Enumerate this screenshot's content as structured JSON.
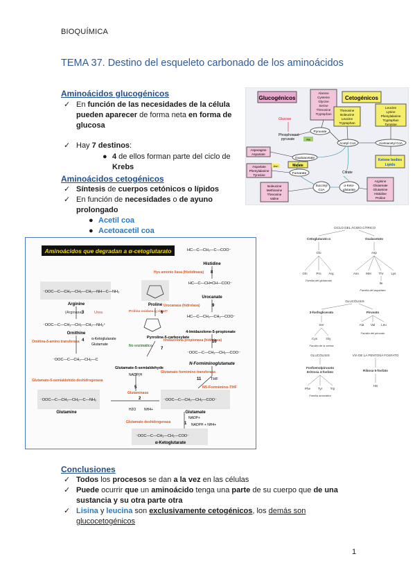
{
  "header": "BIOQUÍMICA",
  "title": "TEMA 37. Destino del esqueleto carbonado de los aminoácidos",
  "gluco": {
    "heading": "Aminoácidos glucogénicos",
    "b1_a": "En ",
    "b1_b": "función de las necesidades de la célula pueden aparecer",
    "b1_c": " de forma neta ",
    "b1_d": "en forma de glucosa",
    "b2_a": "Hay ",
    "b2_b": "7 destinos",
    "b2_c": ":",
    "sub_a": "4",
    "sub_b": " de ellos forman parte del ciclo de ",
    "sub_c": "Krebs"
  },
  "keto": {
    "heading": "Aminoácidos cetogénicos",
    "b1_a": "Síntesis",
    "b1_b": " de ",
    "b1_c": "cuerpos cetónicos o lípidos",
    "b2_a": "En función de ",
    "b2_b": "necesidades",
    "b2_c": " o ",
    "b2_d": "de ayuno prolongado",
    "items": [
      "Acetil coa",
      "Acetoacetil coa"
    ]
  },
  "diagram1": {
    "gluco_label": "Glucogénicos",
    "keto_label": "Cetogénicos",
    "box_aa1": [
      "Alanine",
      "Cysteine",
      "Glycine",
      "Serine",
      "Threonine",
      "Tryptophan"
    ],
    "box_aa2": [
      "Threonine",
      "Isoleucine",
      "Leucine",
      "Tryptophan"
    ],
    "box_aa3": [
      "Leucine",
      "Lysine",
      "Phenylalanine",
      "Tryptophan",
      "Tyrosine"
    ],
    "box_asn": [
      "Asparagine",
      "Aspartate"
    ],
    "box_asp": [
      "Aspartate",
      "Phenylalanine",
      "Tyrosine"
    ],
    "box_ile": [
      "Isoleucine",
      "Methionine",
      "Threonine",
      "Valine"
    ],
    "box_arg": [
      "Arginine",
      "Glutamate",
      "Glutamine",
      "Histidine",
      "Proline"
    ],
    "ketone": [
      "Ketone bodies",
      "Lipids"
    ],
    "nodes": {
      "glucose": "Glucose",
      "pep": "Phosphoenol-",
      "pep2": "pyruvate",
      "pyruvate": "Pyruvate",
      "acetyl": "Acetyl CoA",
      "acetoacetyl": "Acetoacetyl CoA",
      "oxaloacetate": "Oxaloacetate",
      "malate": "Malate",
      "fumarate": "Fumarate",
      "citrate": "Citrate",
      "succinyl": "Succinyl",
      "coa": "CoA",
      "akg": "α-Keto-",
      "akg2": "glutarate",
      "asn_tag": "Asn",
      "ala_tag": "Ala"
    }
  },
  "diagram2": {
    "title": "Aminoácidos que degradan a α-cetoglutarato",
    "arginine": "Arginine",
    "arginase": "(Arginasa)",
    "urea": "Urea",
    "ornithine": "Ornithine",
    "oat": "Ornitina-δ-amino transferasa",
    "akg_in": "α-Ketoglutarate",
    "glu_out": "Glutamate",
    "gsa": "Glutamate-5-semialdehyde",
    "gsa_dh": "Glutamato-5-semialdehído deshidrogenasa",
    "proline": "Proline",
    "prol_ox": "Prolina oxidasa (¿citrat?",
    "p5c": "Pyrroline-5-carboxylate",
    "no_enz": "No enzimático",
    "histidine": "Histidine",
    "his_enz": "Hys amonio liasa (Histidinasa)",
    "urocanate": "Urocanate",
    "uroc_enz": "Urocanasa (hidrolasa)",
    "imid": "4-Imidazolone-5-propionate",
    "imid_enz": "Imidazolona propionasa (hidrolasa)",
    "figlu": "N-Formiminoglutamate",
    "ftf": "Glutamato formimino transferasa",
    "thf": "THF",
    "n5": "N5-Formimino-THF",
    "glutamine": "Glutamine",
    "glutaminase": "Glutaminasa",
    "glutamate": "Glutamate",
    "gdh": "Glutamato deshidrogenasa",
    "akg_final": "α-Ketoglutarate",
    "nadp": "NADP+",
    "nadph": "NADPH + NH4+",
    "h2o": "H2O",
    "nh4": "NH4+",
    "nadph2": "NADP(H",
    "steps": [
      "3",
      "4",
      "5",
      "6",
      "7",
      "8",
      "9",
      "10",
      "11",
      "2",
      "1"
    ]
  },
  "diagram3": {
    "title": "CICLO DEL ÁCIDO CÍTRICO",
    "akg": "Cetoglutarato α",
    "oaa": "Oxalacetato",
    "glu": "Glu",
    "asp": "Asp",
    "glu_kids": [
      "Gln",
      "Pro",
      "Arg"
    ],
    "asp_kids": [
      "Asn",
      "Met",
      "Thr",
      "Lys"
    ],
    "ile": "Ile",
    "fam_glu": "Familia del glutamato",
    "fam_asp": "Familia del aspartato",
    "glyc": "GLUCÓLISIS",
    "pg3": "3-fosfoglicerato",
    "pyr": "Piruvato",
    "ser": "Ser",
    "ser_kids": [
      "Cys",
      "Gly"
    ],
    "pyr_kids": [
      "Ala",
      "Val",
      "Leu"
    ],
    "fam_ser": "Familia de la serina",
    "fam_pyr": "Familia del piruvato",
    "glyc2": "GLUCÓLISIS",
    "pp": "VÍA DE LA PENTOSA FOSFATO",
    "pep": "Fosfoenolpiruvato",
    "e4p": "Eritrosa 4-fosfato",
    "r5p": "Ribosa 5-fosfato",
    "arom": [
      "Phe",
      "Tyr",
      "Trp"
    ],
    "his": "His",
    "fam_arom": "Familia aromática"
  },
  "conclusions": {
    "heading": "Conclusiones",
    "c1_a": "Todos",
    "c1_b": " los ",
    "c1_c": "procesos",
    "c1_d": " se dan ",
    "c1_e": "a la vez",
    "c1_f": " en las células",
    "c2_a": "Puede",
    "c2_b": " ocurrir ",
    "c2_c": "que",
    "c2_d": " un ",
    "c2_e": "aminoácido",
    "c2_f": " tenga una ",
    "c2_g": "parte",
    "c2_h": " de su cuerpo que ",
    "c2_i": "de una sustancia y su otra parte otra",
    "c3_a": "Lisina",
    "c3_b": " y ",
    "c3_c": "leucina",
    "c3_d": " son ",
    "c3_e": "exclusivamente cetogénicos",
    "c3_f": ", los ",
    "c3_g": "demás son glucocetogénicos"
  },
  "page_number": "1",
  "colors": {
    "title": "#2f5b97",
    "section": "#1f4e8c",
    "accent_blue": "#2b78c5",
    "pink": "#f3c5dc",
    "yellow": "#f5ee6a",
    "orange": "#e5531a"
  }
}
